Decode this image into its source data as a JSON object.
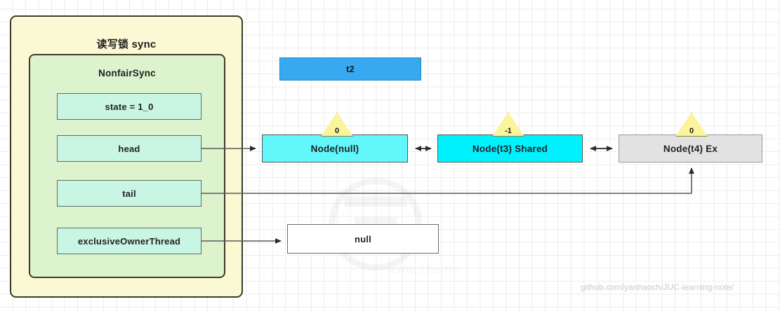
{
  "diagram": {
    "title": "ReadWriteLock sync state diagram",
    "background": {
      "grid": true,
      "grid_color": "#ececec",
      "page_color": "#ffffff"
    }
  },
  "outer_container": {
    "label": "读写锁 sync",
    "fill": "#fbf8d4",
    "stroke": "#3c3c28"
  },
  "inner_container": {
    "label": "NonfairSync",
    "fill": "#dcf3cd",
    "stroke": "#3c3c28"
  },
  "fields": [
    {
      "name": "state",
      "label": "state = 1_0",
      "fill": "#c9f5e4"
    },
    {
      "name": "head",
      "label": "head",
      "fill": "#c9f5e4"
    },
    {
      "name": "tail",
      "label": "tail",
      "fill": "#c9f5e4"
    },
    {
      "name": "exclusiveOwnerThread",
      "label": "exclusiveOwnerThread",
      "fill": "#c9f5e4"
    }
  ],
  "thread_banner": {
    "label": "t2",
    "fill": "#36a9f0"
  },
  "queue_nodes": [
    {
      "id": "node-null",
      "label": "Node(null)",
      "wait_status": "0",
      "fill": "#61f7fb"
    },
    {
      "id": "node-t3",
      "label": "Node(t3) Shared",
      "wait_status": "-1",
      "fill": "#00f2ff"
    },
    {
      "id": "node-t4",
      "label": "Node(t4) Ex",
      "wait_status": "0",
      "fill": "#e2e2e2"
    }
  ],
  "owner_value": {
    "label": "null",
    "fill": "#ffffff"
  },
  "badge": {
    "fill": "#fbf49a",
    "stroke": "#8a8450"
  },
  "connectors": [
    {
      "from": "head",
      "to": "node-null",
      "type": "arrow-right"
    },
    {
      "from": "node-null",
      "to": "node-t3",
      "type": "double-arrow"
    },
    {
      "from": "node-t3",
      "to": "node-t4",
      "type": "double-arrow"
    },
    {
      "from": "tail",
      "to": "node-t4",
      "type": "elbow-arrow-up"
    },
    {
      "from": "exclusiveOwnerThread",
      "to": "owner_value",
      "type": "arrow-right"
    }
  ],
  "watermark": {
    "url": "github.com/yanhaoch/JUC-learning-note/"
  }
}
